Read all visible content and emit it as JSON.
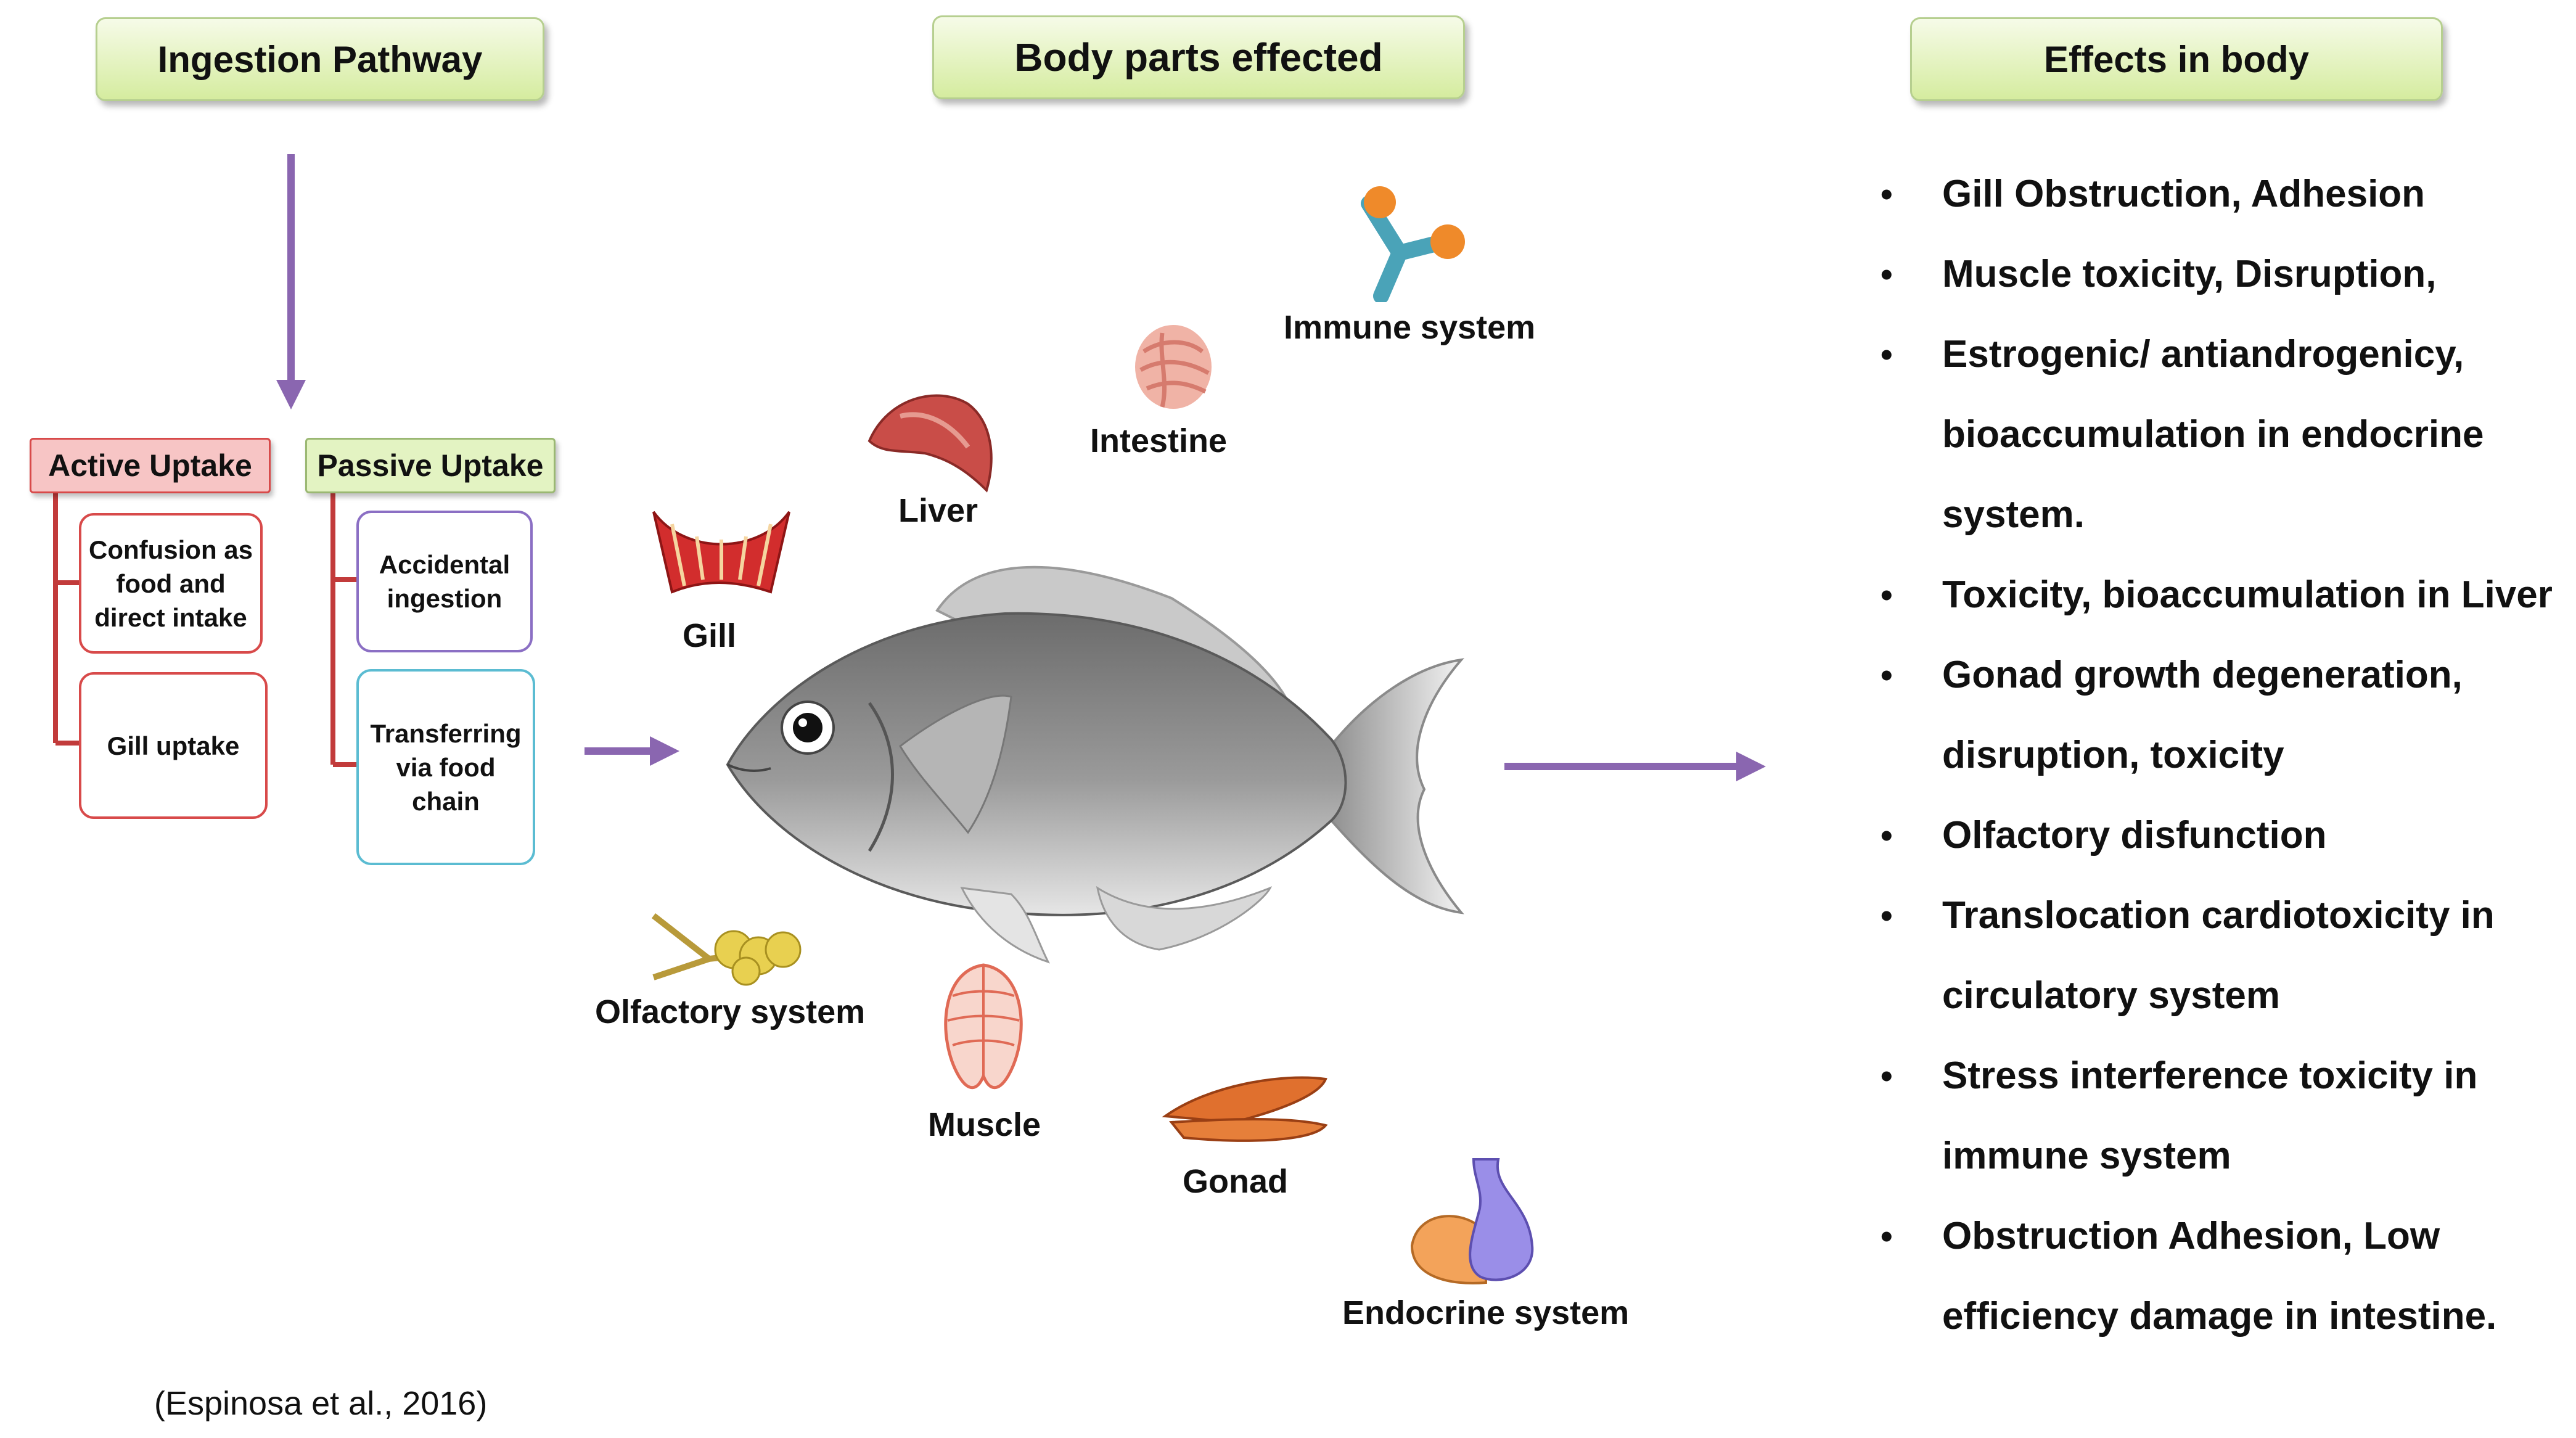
{
  "headers": {
    "ingestion": "Ingestion Pathway",
    "body_parts": "Body parts effected",
    "effects": "Effects in body"
  },
  "uptake": {
    "active": {
      "label": "Active Uptake",
      "items": [
        "Confusion as\nfood and\ndirect intake",
        "Gill uptake"
      ]
    },
    "passive": {
      "label": "Passive Uptake",
      "items": [
        "Accidental\ningestion",
        "Transferring\nvia food\nchain"
      ]
    }
  },
  "organs": {
    "immune": "Immune system",
    "intestine": "Intestine",
    "liver": "Liver",
    "gill": "Gill",
    "olfactory": "Olfactory system",
    "muscle": "Muscle",
    "gonad": "Gonad",
    "endocrine": "Endocrine system"
  },
  "effects": [
    "Gill Obstruction, Adhesion",
    "Muscle toxicity, Disruption,",
    "Estrogenic/ antiandrogenicy, bioaccumulation in endocrine system.",
    "Toxicity, bioaccumulation in Liver",
    "Gonad growth degeneration, disruption, toxicity",
    "Olfactory disfunction",
    "Translocation cardiotoxicity in circulatory system",
    "Stress interference toxicity in immune system",
    "Obstruction Adhesion, Low efficiency damage in intestine."
  ],
  "citation": "(Espinosa et al., 2016)",
  "colors": {
    "arrow": "#8a66b0",
    "active_border": "#d84a4a",
    "active_fill": "#f7c5c5",
    "passive_fill": "#e3f3c2",
    "passive_border": "#9bb873",
    "box_purple": "#8b6fc4",
    "box_teal": "#5bbcd2",
    "header_fill": "#d5ec9f"
  }
}
